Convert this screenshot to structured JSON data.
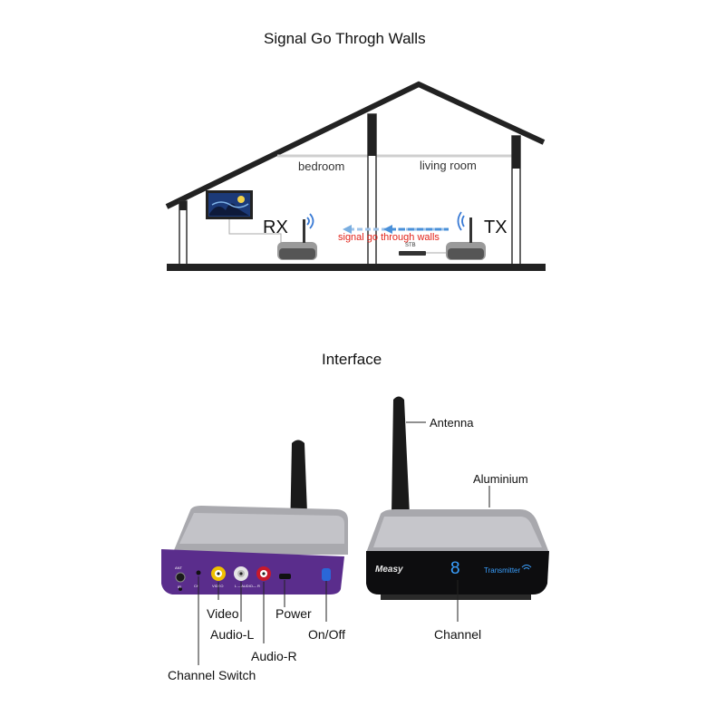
{
  "titles": {
    "top": "Signal Go Throgh Walls",
    "bottom": "Interface"
  },
  "house": {
    "room_left": "bedroom",
    "room_right": "living room",
    "rx_label": "RX",
    "tx_label": "TX",
    "signal_text": "signal go through walls",
    "stb_label": "STB"
  },
  "receiver": {
    "callouts": {
      "video": "Video",
      "audio_l": "Audio-L",
      "audio_r": "Audio-R",
      "power": "Power",
      "on_off": "On/Off",
      "channel_switch": "Channel Switch"
    },
    "port_labels": {
      "video": "VIDEO",
      "audio": "L —AUDIO— R",
      "ch": "CH",
      "ant": "ANT",
      "ir": "IR"
    }
  },
  "transmitter": {
    "callouts": {
      "antenna": "Antenna",
      "aluminium": "Aluminium",
      "channel": "Channel"
    },
    "brand": "Measy",
    "display_digit": "8",
    "mode_text": "Transmitter"
  },
  "colors": {
    "signal_red": "#e2231a",
    "signal_blue": "#4a90d9",
    "panel_purple": "#5a2d8c",
    "display_blue": "#3aa0ff"
  }
}
